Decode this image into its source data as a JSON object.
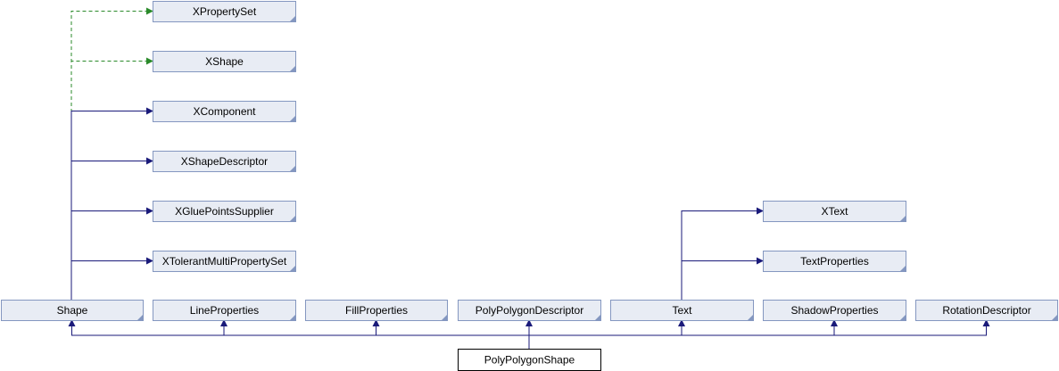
{
  "colors": {
    "box_fill": "#e8ecf4",
    "box_border": "#8497c0",
    "solid_edge": "#1a1a7a",
    "dashed_edge": "#2a8a2a",
    "main_box_border": "#000000"
  },
  "nodes": [
    {
      "id": "xpropertyset",
      "label": "XPropertySet"
    },
    {
      "id": "xshape",
      "label": "XShape"
    },
    {
      "id": "xcomponent",
      "label": "XComponent"
    },
    {
      "id": "xshapedescriptor",
      "label": "XShapeDescriptor"
    },
    {
      "id": "xgluepointssupplier",
      "label": "XGluePointsSupplier"
    },
    {
      "id": "xtolerantmultipropertyset",
      "label": "XTolerantMultiPropertySet"
    },
    {
      "id": "xtext",
      "label": "XText"
    },
    {
      "id": "textproperties",
      "label": "TextProperties"
    },
    {
      "id": "shape",
      "label": "Shape"
    },
    {
      "id": "lineproperties",
      "label": "LineProperties"
    },
    {
      "id": "fillproperties",
      "label": "FillProperties"
    },
    {
      "id": "polypolygondescriptor",
      "label": "PolyPolygonDescriptor"
    },
    {
      "id": "text",
      "label": "Text"
    },
    {
      "id": "shadowproperties",
      "label": "ShadowProperties"
    },
    {
      "id": "rotationdescriptor",
      "label": "RotationDescriptor"
    },
    {
      "id": "polypolygonshape",
      "label": "PolyPolygonShape"
    }
  ],
  "edges": [
    {
      "from": "shape",
      "to": "xpropertyset",
      "style": "dashed"
    },
    {
      "from": "shape",
      "to": "xshape",
      "style": "dashed"
    },
    {
      "from": "shape",
      "to": "xcomponent",
      "style": "solid"
    },
    {
      "from": "shape",
      "to": "xshapedescriptor",
      "style": "solid"
    },
    {
      "from": "shape",
      "to": "xgluepointssupplier",
      "style": "solid"
    },
    {
      "from": "shape",
      "to": "xtolerantmultipropertyset",
      "style": "solid"
    },
    {
      "from": "text",
      "to": "xtext",
      "style": "solid"
    },
    {
      "from": "text",
      "to": "textproperties",
      "style": "solid"
    },
    {
      "from": "polypolygonshape",
      "to": "shape",
      "style": "solid"
    },
    {
      "from": "polypolygonshape",
      "to": "lineproperties",
      "style": "solid"
    },
    {
      "from": "polypolygonshape",
      "to": "fillproperties",
      "style": "solid"
    },
    {
      "from": "polypolygonshape",
      "to": "polypolygondescriptor",
      "style": "solid"
    },
    {
      "from": "polypolygonshape",
      "to": "text",
      "style": "solid"
    },
    {
      "from": "polypolygonshape",
      "to": "shadowproperties",
      "style": "solid"
    },
    {
      "from": "polypolygonshape",
      "to": "rotationdescriptor",
      "style": "solid"
    }
  ]
}
